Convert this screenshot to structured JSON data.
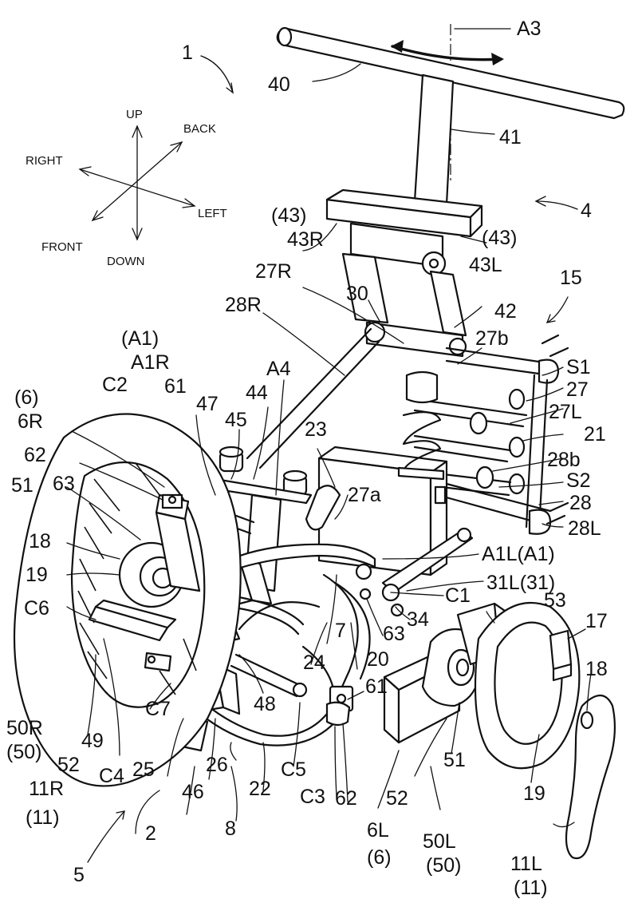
{
  "directions": {
    "up": "UP",
    "back": "BACK",
    "right": "RIGHT",
    "left": "LEFT",
    "front": "FRONT",
    "down": "DOWN"
  },
  "refs": {
    "r1": "1",
    "r40": "40",
    "rA3": "A3",
    "r41": "41",
    "r4": "4",
    "r43a": "(43)",
    "r43R": "43R",
    "r43b": "(43)",
    "r43L": "43L",
    "r27R": "27R",
    "r15": "15",
    "r30": "30",
    "r42": "42",
    "r28R": "28R",
    "r27b": "27b",
    "rA1a": "(A1)",
    "rA1R": "A1R",
    "rA4": "A4",
    "rS1": "S1",
    "rC2": "C2",
    "r61a": "61",
    "r44": "44",
    "r27": "27",
    "r6a": "(6)",
    "r47": "47",
    "r27L": "27L",
    "r6R": "6R",
    "r45": "45",
    "r23": "23",
    "r21": "21",
    "r62a": "62",
    "r28b": "28b",
    "r51a": "51",
    "r63a": "63",
    "rS2": "S2",
    "r27a": "27a",
    "r28": "28",
    "r28L": "28L",
    "r18a": "18",
    "rA1L": "A1L(A1)",
    "r19a": "19",
    "r31L": "31L(31)",
    "rC1": "C1",
    "r53": "53",
    "rC6": "C6",
    "r7": "7",
    "r34": "34",
    "r17": "17",
    "r63b": "63",
    "r18b": "18",
    "r24": "24",
    "r20": "20",
    "r61b": "61",
    "r48": "48",
    "r50R": "50R",
    "r50Rp": "(50)",
    "rC7": "C7",
    "r49": "49",
    "r52a": "52",
    "rC4": "C4",
    "r25": "25",
    "r26": "26",
    "rC5": "C5",
    "r51b": "51",
    "r11R": "11R",
    "r11Rp": "(11)",
    "r46": "46",
    "r22": "22",
    "rC3": "C3",
    "r62b": "62",
    "r52b": "52",
    "r19b": "19",
    "r2": "2",
    "r8": "8",
    "r6L": "6L",
    "r6Lp": "(6)",
    "r50L": "50L",
    "r50Lp": "(50)",
    "r11L": "11L",
    "r11Lp": "(11)",
    "r5": "5"
  }
}
